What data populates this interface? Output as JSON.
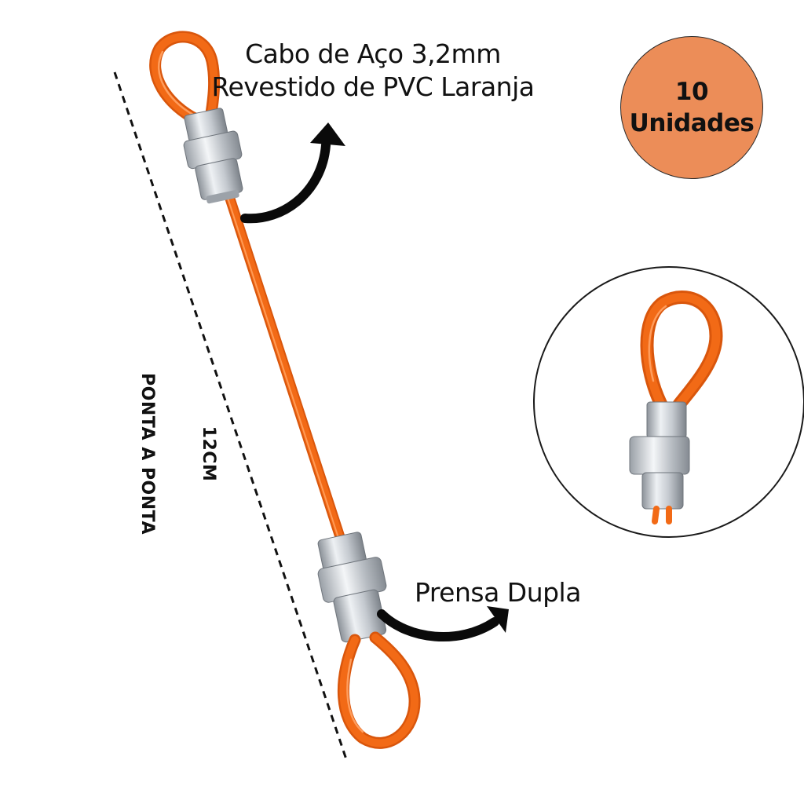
{
  "product_label": {
    "line1": "Cabo de Aço 3,2mm",
    "line2": "Revestido de PVC Laranja"
  },
  "crimp_label": "Prensa Dupla",
  "quantity_badge": {
    "line1": "10",
    "line2": "Unidades",
    "color": "#ec8d58"
  },
  "measurement": {
    "line1": "12CM",
    "line2": "PONTA A PONTA"
  },
  "colors": {
    "cable": "#f26a16",
    "cable_highlight": "#ff9a55",
    "sleeve": "#b9bec4",
    "arrow": "#0a0a0a"
  }
}
